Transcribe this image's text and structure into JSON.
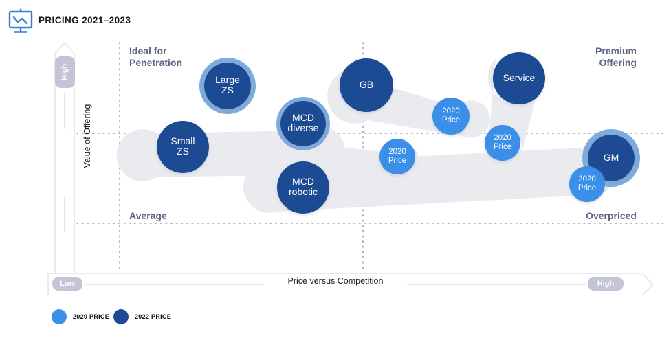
{
  "header": {
    "title": "PRICING 2021–2023",
    "icon": "presentation-chart-icon"
  },
  "axes": {
    "y": {
      "label": "Value of Offering",
      "high_badge": "High"
    },
    "x": {
      "label": "Price versus Competition",
      "low_badge": "Low",
      "high_badge": "High"
    }
  },
  "quadrants": {
    "top_left": [
      "Ideal for",
      "Penetration"
    ],
    "top_right": [
      "Premium",
      "Offering"
    ],
    "bottom_left": [
      "Average"
    ],
    "bottom_right": [
      "Overpriced"
    ]
  },
  "legend": [
    {
      "label": "2020 PRICE",
      "color": "#3b8fe8"
    },
    {
      "label": "2022 PRICE",
      "color": "#1b4b94"
    }
  ],
  "colors": {
    "dark_blue": "#1b4b94",
    "light_blue": "#3b8fe8",
    "ring_blue": "#7eabdd",
    "band_gray": "#e8eaee",
    "grid": "#9a9ec4",
    "quad_text": "#5e6486",
    "badge": "#c3c5d6"
  },
  "chart_data": {
    "type": "scatter",
    "title": "PRICING 2021–2023",
    "xlabel": "Price versus Competition",
    "ylabel": "Value of Offering",
    "xlim": [
      0,
      100
    ],
    "ylim": [
      0,
      100
    ],
    "grid": true,
    "grid_x": [
      12,
      48,
      88
    ],
    "grid_y": [
      36,
      64
    ],
    "legend_position": "bottom-left",
    "series": [
      {
        "name": "2022 PRICE",
        "color": "#1b4b94",
        "points": [
          {
            "label": "Large\nZS",
            "line1": "Large",
            "line2": "ZS",
            "x": 29,
            "y": 82,
            "r": 40,
            "ring": true
          },
          {
            "label": "Small\nZS",
            "line1": "Small",
            "line2": "ZS",
            "x": 22,
            "y": 59,
            "r": 38,
            "ring": false
          },
          {
            "label": "MCD\ndiverse",
            "line1": "MCD",
            "line2": "diverse",
            "x": 43,
            "y": 65,
            "r": 39,
            "ring": true
          },
          {
            "label": "MCD\nrobotic",
            "line1": "MCD",
            "line2": "robotic",
            "x": 43,
            "y": 41,
            "r": 38,
            "ring": false
          },
          {
            "label": "GB",
            "line1": "GB",
            "line2": "",
            "x": 55,
            "y": 83,
            "r": 39,
            "ring": false
          },
          {
            "label": "Service",
            "line1": "Service",
            "line2": "",
            "x": 79,
            "y": 87,
            "r": 38,
            "ring": false
          },
          {
            "label": "GM",
            "line1": "GM",
            "line2": "",
            "x": 93,
            "y": 54,
            "r": 38,
            "ring": true
          }
        ]
      },
      {
        "name": "2020 PRICE",
        "color": "#3b8fe8",
        "points": [
          {
            "label": "2020\nPrice",
            "line1": "2020",
            "line2": "Price",
            "x": 68,
            "y": 68,
            "r": 27,
            "pair": "GB"
          },
          {
            "label": "2020\nPrice",
            "line1": "2020",
            "line2": "Price",
            "x": 60,
            "y": 55,
            "r": 26,
            "pair": "MCD diverse"
          },
          {
            "label": "2020\nPrice",
            "line1": "2020",
            "line2": "Price",
            "x": 76,
            "y": 58,
            "r": 26,
            "pair": "Service"
          },
          {
            "label": "2020\nPrice",
            "line1": "2020",
            "line2": "Price",
            "x": 89,
            "y": 44,
            "r": 26,
            "pair": "GM"
          }
        ]
      }
    ],
    "connectors": [
      {
        "from": "Small ZS",
        "to": "MCD diverse"
      },
      {
        "from": "GB",
        "to": "2020 Price (GB)"
      },
      {
        "from": "MCD diverse",
        "to": "2020 Price (MCD diverse)"
      },
      {
        "from": "Service",
        "to": "2020 Price (Service)"
      },
      {
        "from": "MCD robotic",
        "to": "GM / 2020 Price (GM)"
      }
    ]
  }
}
